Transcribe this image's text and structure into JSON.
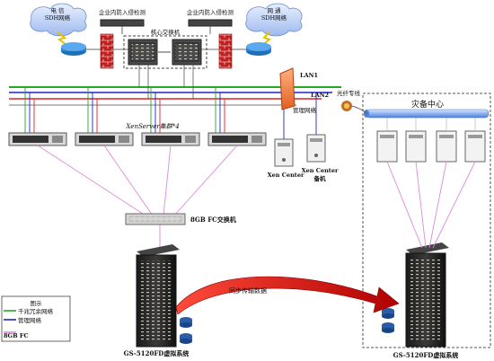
{
  "nodes": {
    "telecom_sdh": "电  信\nSDH网络",
    "unicom_sdh": "网  通\nSDH网络",
    "ips_left": "企业内防入侵检测",
    "ips_right": "企业内防入侵检测",
    "core_switch": "核心交换机",
    "lan1": "LAN1",
    "lan2": "LAN2",
    "mgmt_net": "管理网络",
    "fiber_line": "光纤专线",
    "dr_center": "灾备中心",
    "xen_cluster": "XenServer集群*4",
    "xen_center": "Xen Center",
    "xen_center_backup": "Xen Center\n备机",
    "fc_switch": "8GB FC交换机",
    "sync": "同步传输数据",
    "storage_left": "GS-5120FD虚拟系统",
    "storage_right": "GS-5120FD虚拟系统"
  },
  "legend": {
    "title": "图示",
    "items": [
      {
        "label": "千兆冗余网络",
        "color": "#22aa22"
      },
      {
        "label": "管理网络",
        "color": "#2222cc"
      },
      {
        "label": "8GB  FC",
        "color": "#dd88dd"
      }
    ]
  },
  "colors": {
    "gigabit": "#22aa22",
    "management": "#2222cc",
    "red_line": "#dd2222",
    "fc": "#dd88dd",
    "blue_cable": "#7aa6e6",
    "sync_arrow": "#cc1111"
  }
}
